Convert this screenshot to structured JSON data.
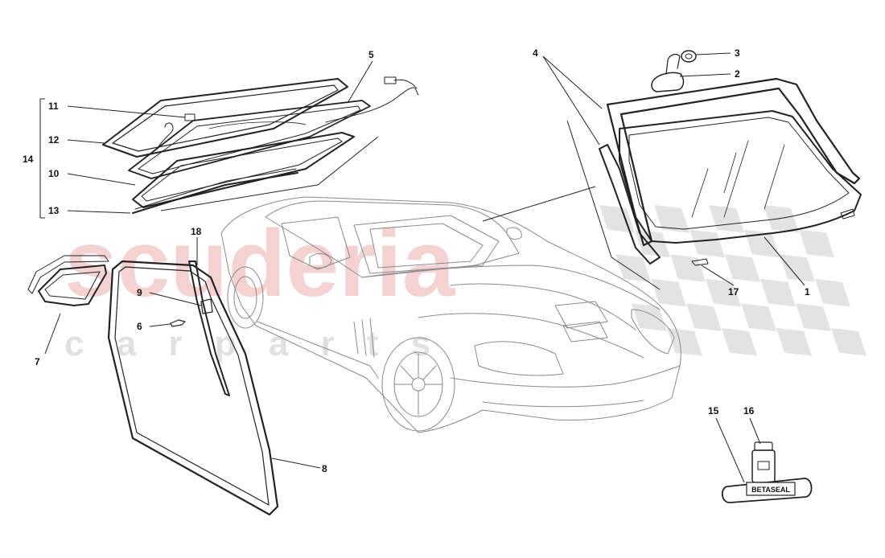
{
  "watermark": {
    "main": "scuderia",
    "sub": "c a r   p a r t s",
    "main_color": "#f2c4c4",
    "sub_color": "#d9d9d9",
    "flag_color": "#e3e3e3"
  },
  "callouts": [
    {
      "id": "1",
      "label": "1"
    },
    {
      "id": "2",
      "label": "2"
    },
    {
      "id": "3",
      "label": "3"
    },
    {
      "id": "4",
      "label": "4"
    },
    {
      "id": "5",
      "label": "5"
    },
    {
      "id": "6",
      "label": "6"
    },
    {
      "id": "7",
      "label": "7"
    },
    {
      "id": "8",
      "label": "8"
    },
    {
      "id": "9",
      "label": "9"
    },
    {
      "id": "10",
      "label": "10"
    },
    {
      "id": "11",
      "label": "11"
    },
    {
      "id": "12",
      "label": "12"
    },
    {
      "id": "13",
      "label": "13"
    },
    {
      "id": "14",
      "label": "14"
    },
    {
      "id": "15",
      "label": "15"
    },
    {
      "id": "16",
      "label": "16"
    },
    {
      "id": "17",
      "label": "17"
    },
    {
      "id": "18",
      "label": "18"
    }
  ],
  "product_label": "BETASEAL"
}
